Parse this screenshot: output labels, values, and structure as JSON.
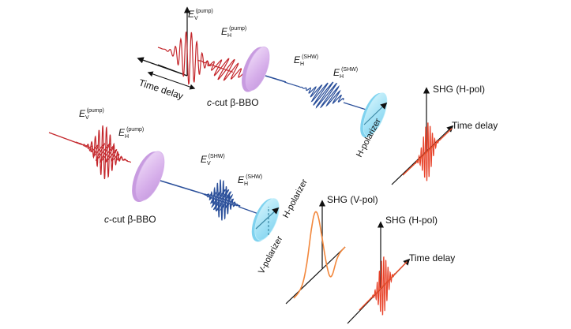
{
  "labels": {
    "time_delay": "Time delay",
    "crystal": "c-cut β-BBO",
    "crystal_prefix": "c",
    "crystal_suffix": "-cut β-BBO",
    "h_polarizer": "H-polarizer",
    "v_polarizer": "V-polarizer",
    "shg_h": "SHG (H-pol)",
    "shg_v": "SHG (V-pol)"
  },
  "fields": {
    "E": "E",
    "V": "V",
    "H": "H",
    "pump": "(pump)",
    "shw": "(SHW)"
  },
  "colors": {
    "pump_wave": "#c4262b",
    "shw_wave": "#2a4f9a",
    "crystal_fill": "#d9b5ec",
    "crystal_edge": "#bd8fd8",
    "polarizer_fill": "#a8e6f7",
    "polarizer_edge": "#6ecfee",
    "signal_orange": "#f2873c",
    "signal_red": "#e8432a"
  }
}
